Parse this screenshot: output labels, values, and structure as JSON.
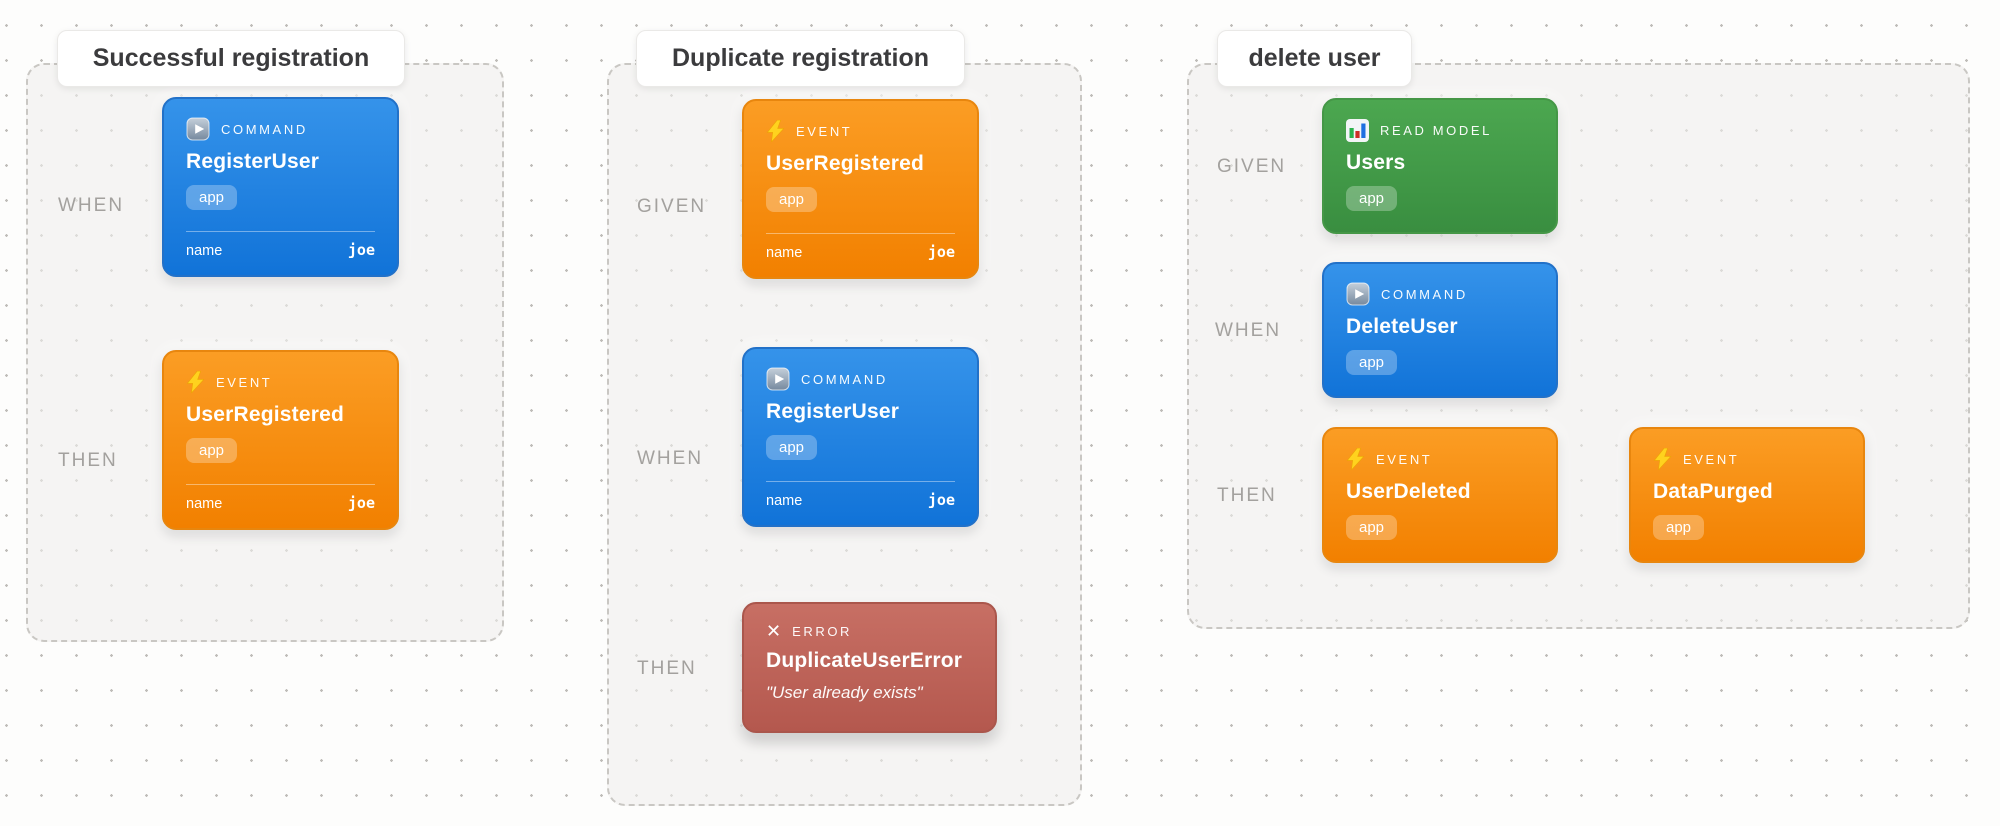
{
  "colors": {
    "command": "#1173d8",
    "event": "#f28000",
    "read_model": "#398e40",
    "error": "#b4584e",
    "canvas_dot": "#bfbdb9"
  },
  "panels": [
    {
      "title": "Successful registration",
      "steps": [
        {
          "label": "WHEN"
        },
        {
          "label": "THEN"
        }
      ],
      "cards": [
        {
          "type_label": "COMMAND",
          "title": "RegisterUser",
          "tag": "app",
          "fields": [
            {
              "name": "name",
              "value": "joe"
            }
          ]
        },
        {
          "type_label": "EVENT",
          "title": "UserRegistered",
          "tag": "app",
          "fields": [
            {
              "name": "name",
              "value": "joe"
            }
          ]
        }
      ]
    },
    {
      "title": "Duplicate registration",
      "steps": [
        {
          "label": "GIVEN"
        },
        {
          "label": "WHEN"
        },
        {
          "label": "THEN"
        }
      ],
      "cards": [
        {
          "type_label": "EVENT",
          "title": "UserRegistered",
          "tag": "app",
          "fields": [
            {
              "name": "name",
              "value": "joe"
            }
          ]
        },
        {
          "type_label": "COMMAND",
          "title": "RegisterUser",
          "tag": "app",
          "fields": [
            {
              "name": "name",
              "value": "joe"
            }
          ]
        },
        {
          "type_label": "ERROR",
          "title": "DuplicateUserError",
          "message": "\"User already exists\""
        }
      ]
    },
    {
      "title": "delete user",
      "steps": [
        {
          "label": "GIVEN"
        },
        {
          "label": "WHEN"
        },
        {
          "label": "THEN"
        }
      ],
      "cards": [
        {
          "type_label": "READ MODEL",
          "title": "Users",
          "tag": "app"
        },
        {
          "type_label": "COMMAND",
          "title": "DeleteUser",
          "tag": "app"
        },
        {
          "type_label": "EVENT",
          "title": "UserDeleted",
          "tag": "app"
        },
        {
          "type_label": "EVENT",
          "title": "DataPurged",
          "tag": "app"
        }
      ]
    }
  ]
}
